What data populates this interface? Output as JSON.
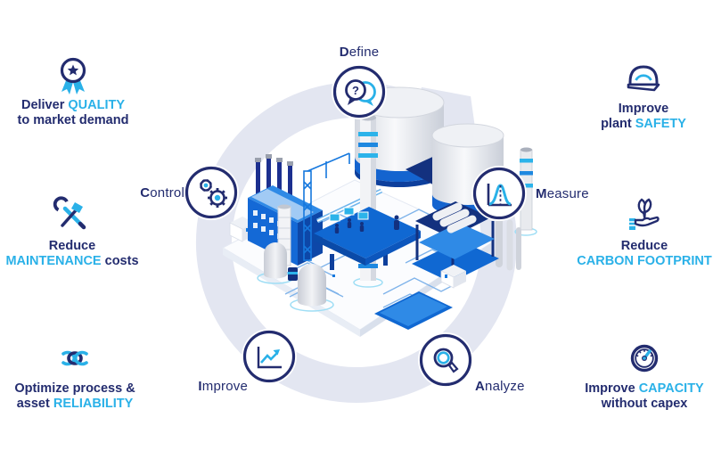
{
  "colors": {
    "navy": "#232c6f",
    "cyan": "#2ab1e8",
    "ring_gray": "#e3e6f1",
    "plant_blue": "#1068d2",
    "plant_dark_blue": "#0d47a8"
  },
  "cycle": {
    "ring_icon": "clockwise-arrow-ring",
    "center_icon": "isometric-process-plant-illustration",
    "steps": [
      {
        "label": "Define",
        "icon": "speech-bubbles-question-icon"
      },
      {
        "label": "Measure",
        "icon": "bell-curve-chart-icon"
      },
      {
        "label": "Analyze",
        "icon": "magnifying-glass-icon"
      },
      {
        "label": "Improve",
        "icon": "rising-chart-arrow-icon"
      },
      {
        "label": "Control",
        "icon": "gears-icon"
      }
    ]
  },
  "benefits": {
    "left": [
      {
        "icon": "quality-award-icon",
        "lines": [
          [
            {
              "t": "Deliver ",
              "a": false
            },
            {
              "t": "QUALITY",
              "a": true
            }
          ],
          [
            {
              "t": "to market demand",
              "a": false
            }
          ]
        ]
      },
      {
        "icon": "maintenance-tools-icon",
        "lines": [
          [
            {
              "t": "Reduce",
              "a": false
            }
          ],
          [
            {
              "t": "MAINTENANCE",
              "a": true
            },
            {
              "t": " costs",
              "a": false
            }
          ]
        ]
      },
      {
        "icon": "reliability-chain-icon",
        "lines": [
          [
            {
              "t": "Optimize process &",
              "a": false
            }
          ],
          [
            {
              "t": "asset ",
              "a": false
            },
            {
              "t": "RELIABILITY",
              "a": true
            }
          ]
        ]
      }
    ],
    "right": [
      {
        "icon": "safety-helmet-icon",
        "lines": [
          [
            {
              "t": "Improve",
              "a": false
            }
          ],
          [
            {
              "t": "plant ",
              "a": false
            },
            {
              "t": "SAFETY",
              "a": true
            }
          ]
        ]
      },
      {
        "icon": "carbon-plant-hand-icon",
        "lines": [
          [
            {
              "t": "Reduce",
              "a": false
            }
          ],
          [
            {
              "t": "CARBON FOOTPRINT",
              "a": true
            }
          ]
        ]
      },
      {
        "icon": "capacity-gauge-icon",
        "lines": [
          [
            {
              "t": "Improve ",
              "a": false
            },
            {
              "t": "CAPACITY",
              "a": true
            }
          ],
          [
            {
              "t": "without capex",
              "a": false
            }
          ]
        ]
      }
    ]
  }
}
